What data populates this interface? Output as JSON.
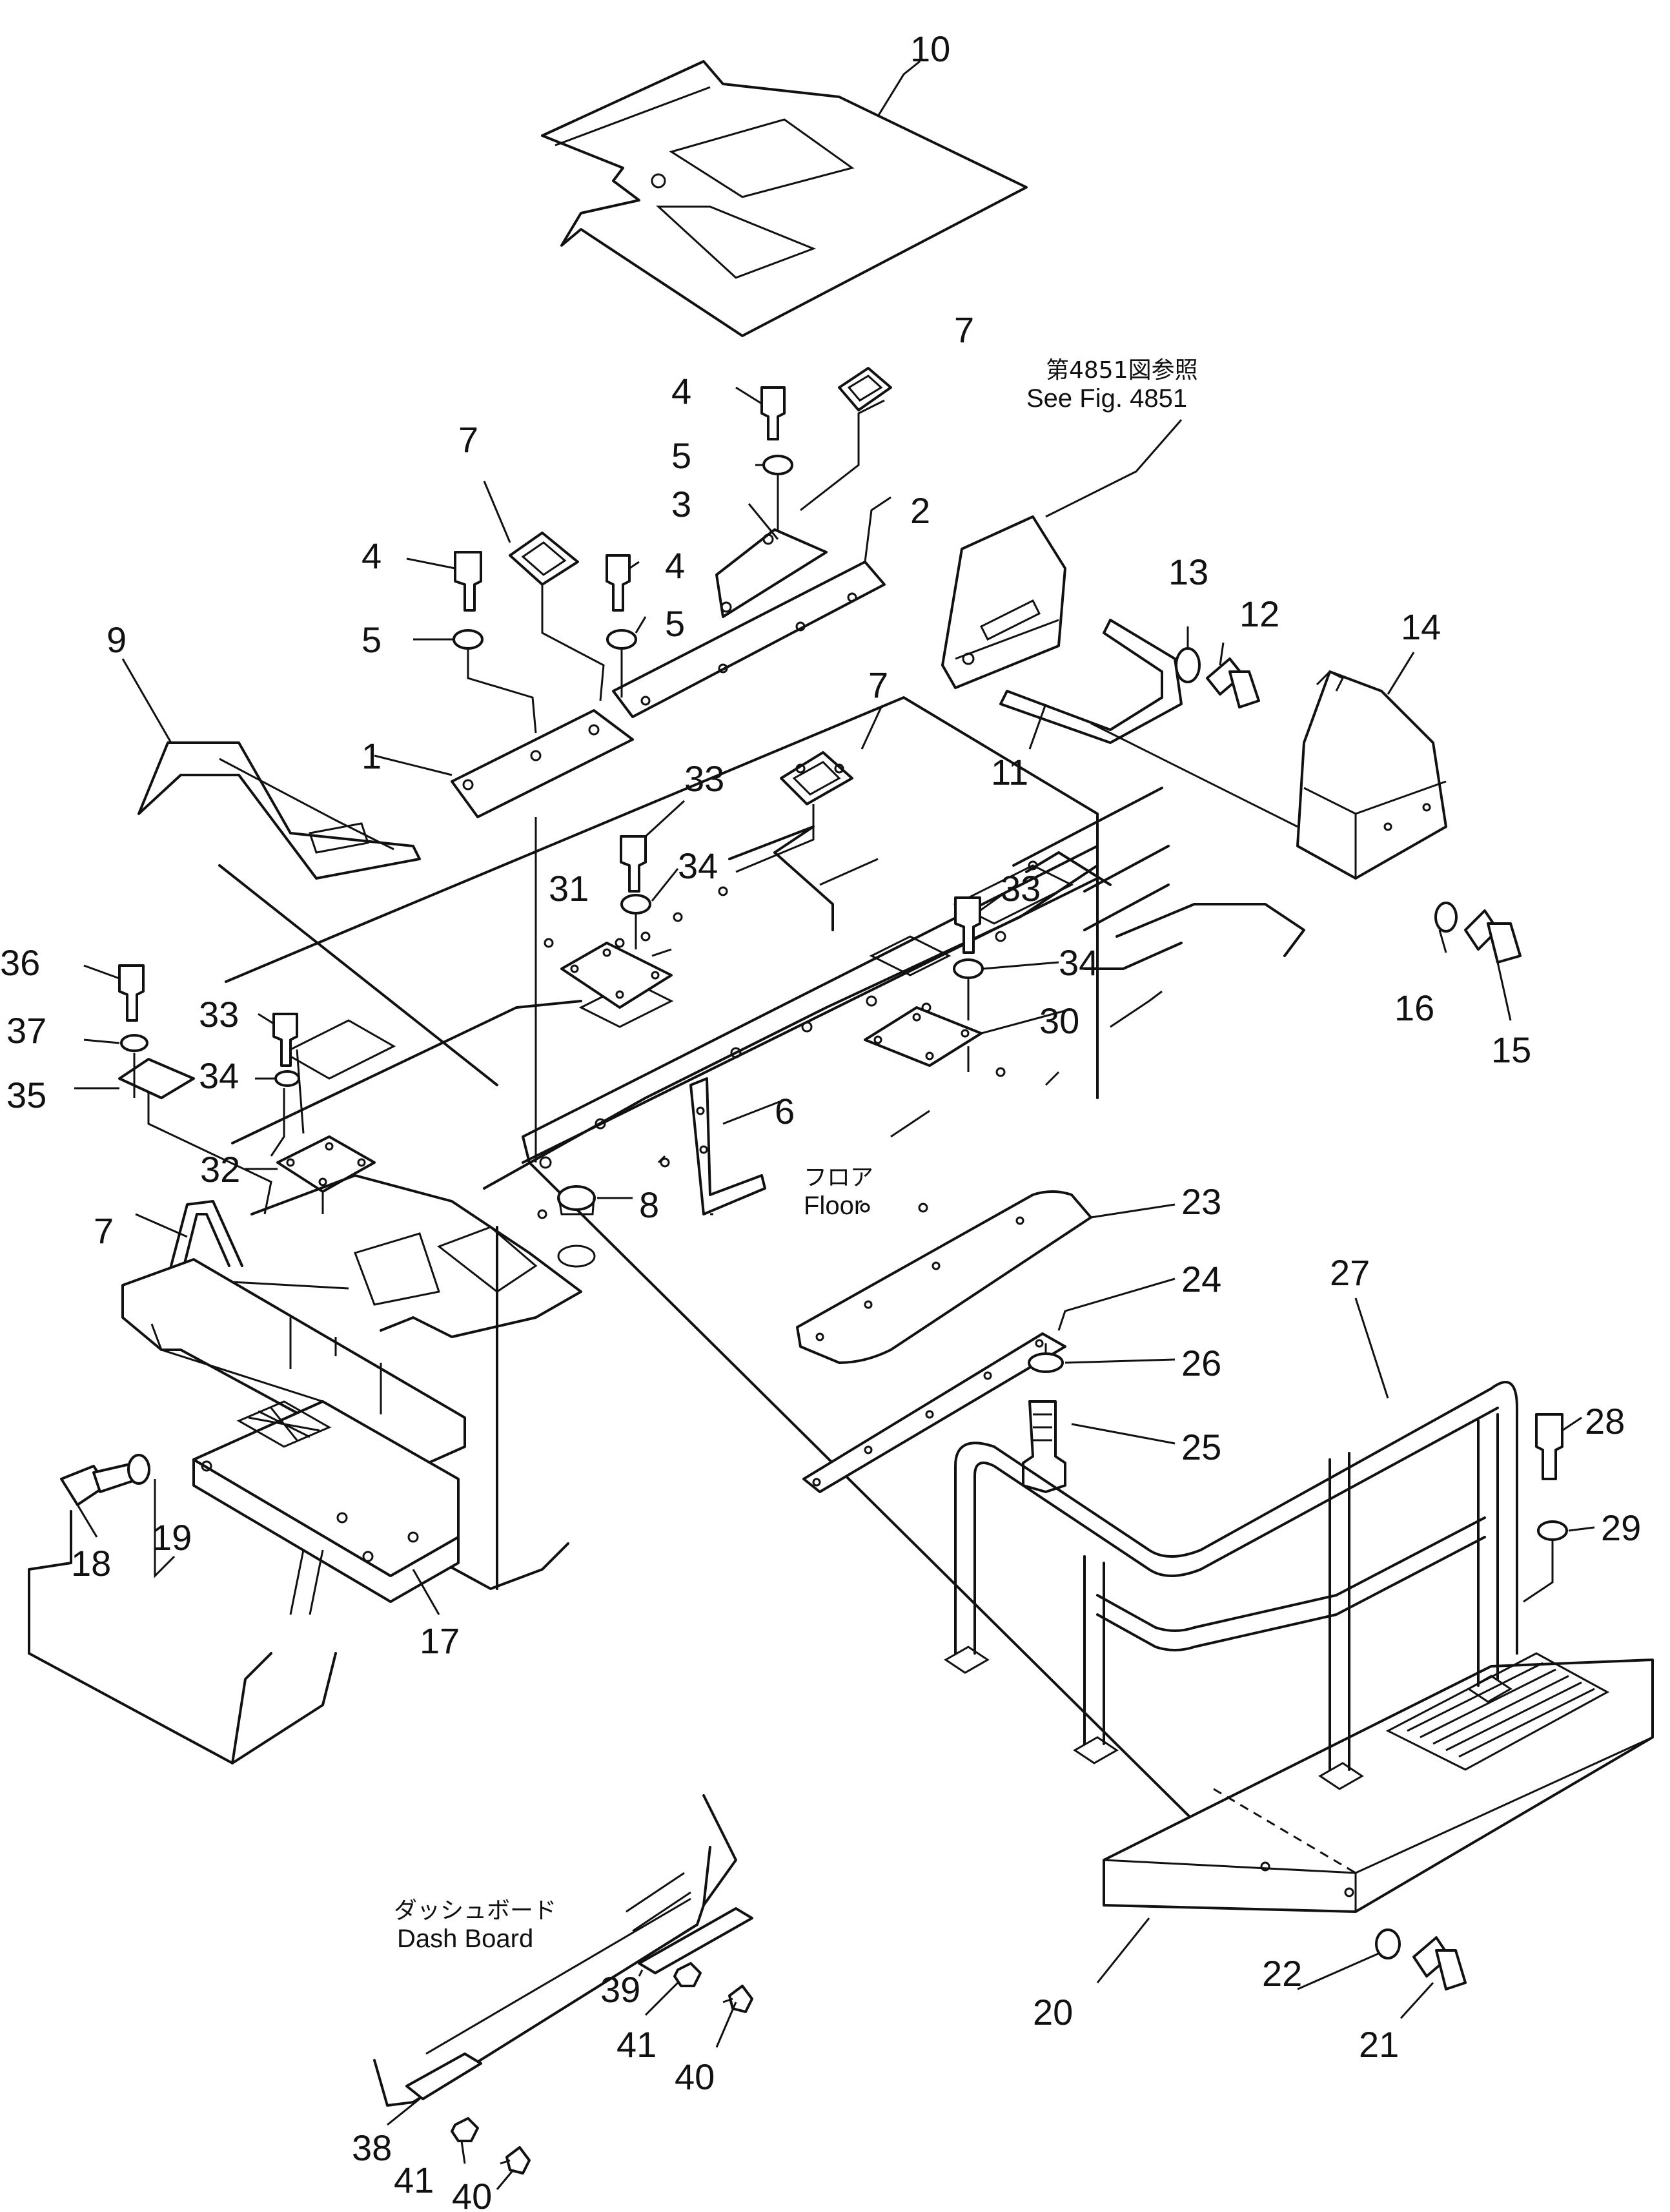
{
  "callouts": [
    {
      "id": "1",
      "label": "1"
    },
    {
      "id": "2",
      "label": "2"
    },
    {
      "id": "3",
      "label": "3"
    },
    {
      "id": "4a",
      "label": "4"
    },
    {
      "id": "4b",
      "label": "4"
    },
    {
      "id": "4c",
      "label": "4"
    },
    {
      "id": "5a",
      "label": "5"
    },
    {
      "id": "5b",
      "label": "5"
    },
    {
      "id": "5c",
      "label": "5"
    },
    {
      "id": "6",
      "label": "6"
    },
    {
      "id": "7a",
      "label": "7"
    },
    {
      "id": "7b",
      "label": "7"
    },
    {
      "id": "7c",
      "label": "7"
    },
    {
      "id": "7d",
      "label": "7"
    },
    {
      "id": "8",
      "label": "8"
    },
    {
      "id": "9",
      "label": "9"
    },
    {
      "id": "10",
      "label": "10"
    },
    {
      "id": "11",
      "label": "11"
    },
    {
      "id": "12",
      "label": "12"
    },
    {
      "id": "13",
      "label": "13"
    },
    {
      "id": "14",
      "label": "14"
    },
    {
      "id": "15",
      "label": "15"
    },
    {
      "id": "16",
      "label": "16"
    },
    {
      "id": "17",
      "label": "17"
    },
    {
      "id": "18",
      "label": "18"
    },
    {
      "id": "19",
      "label": "19"
    },
    {
      "id": "20",
      "label": "20"
    },
    {
      "id": "21",
      "label": "21"
    },
    {
      "id": "22",
      "label": "22"
    },
    {
      "id": "23",
      "label": "23"
    },
    {
      "id": "24",
      "label": "24"
    },
    {
      "id": "25",
      "label": "25"
    },
    {
      "id": "26",
      "label": "26"
    },
    {
      "id": "27",
      "label": "27"
    },
    {
      "id": "28",
      "label": "28"
    },
    {
      "id": "29",
      "label": "29"
    },
    {
      "id": "30",
      "label": "30"
    },
    {
      "id": "31",
      "label": "31"
    },
    {
      "id": "32",
      "label": "32"
    },
    {
      "id": "33a",
      "label": "33"
    },
    {
      "id": "33b",
      "label": "33"
    },
    {
      "id": "33c",
      "label": "33"
    },
    {
      "id": "34a",
      "label": "34"
    },
    {
      "id": "34b",
      "label": "34"
    },
    {
      "id": "34c",
      "label": "34"
    },
    {
      "id": "35",
      "label": "35"
    },
    {
      "id": "36",
      "label": "36"
    },
    {
      "id": "37",
      "label": "37"
    },
    {
      "id": "38",
      "label": "38"
    },
    {
      "id": "39",
      "label": "39"
    },
    {
      "id": "40a",
      "label": "40"
    },
    {
      "id": "40b",
      "label": "40"
    },
    {
      "id": "41a",
      "label": "41"
    },
    {
      "id": "41b",
      "label": "41"
    }
  ],
  "notes": {
    "see_fig_jp": "第4851図参照",
    "see_fig_en": "See Fig. 4851",
    "floor_jp": "フロア",
    "floor_en": "Floor",
    "dash_jp": "ダッシュボード",
    "dash_en": "Dash Board"
  }
}
